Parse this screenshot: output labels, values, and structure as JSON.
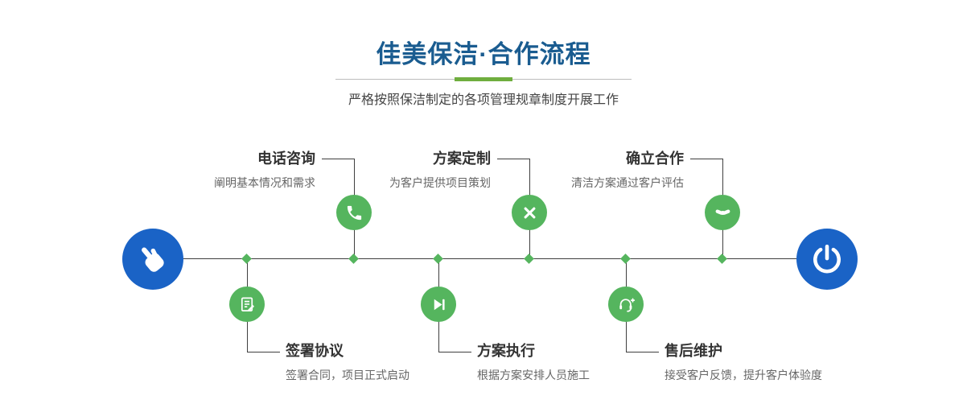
{
  "header": {
    "title": "佳美保洁·合作流程",
    "subtitle": "严格按照保洁制定的各项管理规章制度开展工作"
  },
  "flow": {
    "start_icon": "hand-pointing-icon",
    "end_icon": "power-icon",
    "top_steps": [
      {
        "title": "电话咨询",
        "desc": "阐明基本情况和需求",
        "icon": "phone-icon"
      },
      {
        "title": "方案定制",
        "desc": "为客户提供项目策划",
        "icon": "design-tools-icon"
      },
      {
        "title": "确立合作",
        "desc": "清洁方案通过客户评估",
        "icon": "handshake-icon"
      }
    ],
    "bottom_steps": [
      {
        "title": "签署协议",
        "desc": "签署合同，项目正式启动",
        "icon": "contract-sign-icon"
      },
      {
        "title": "方案执行",
        "desc": "根据方案安排人员施工",
        "icon": "play-next-icon"
      },
      {
        "title": "售后维护",
        "desc": "接受客户反馈，提升客户体验度",
        "icon": "headset-plus-icon"
      }
    ]
  },
  "colors": {
    "title_blue": "#1a5c90",
    "node_green": "#55b55e",
    "endpoint_blue": "#1a63c6",
    "divider_green": "#6fae3e",
    "line": "#3f3f3f"
  }
}
